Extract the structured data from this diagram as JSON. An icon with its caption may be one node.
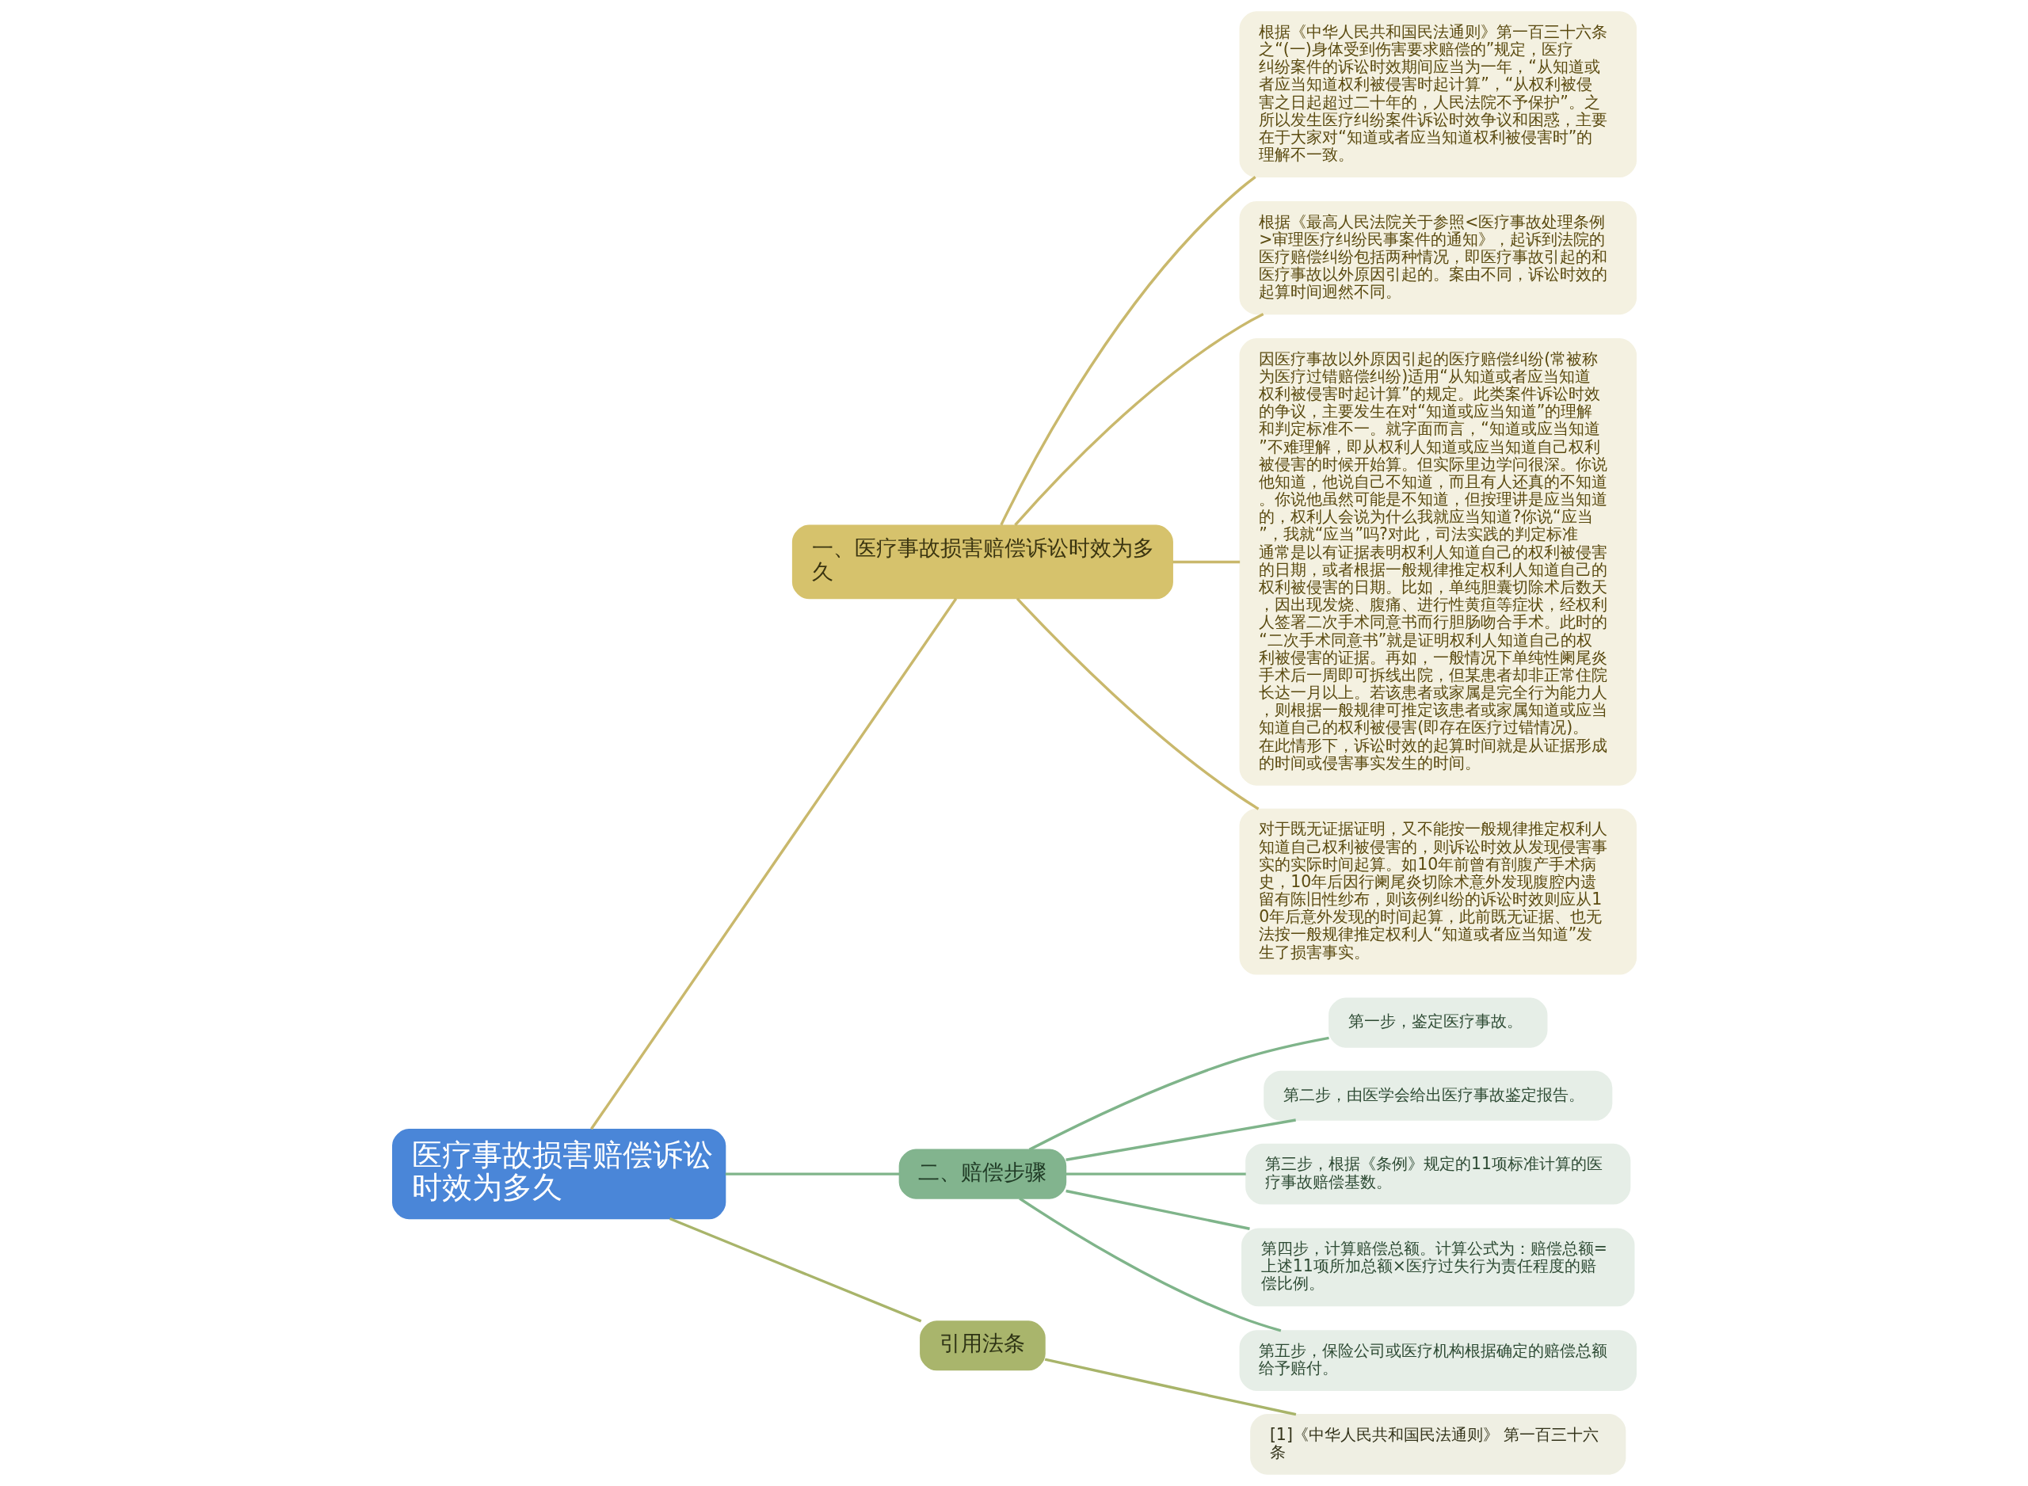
{
  "diagram": {
    "nodes": [
      {
        "text": [
          "医疗事故损害赔偿诉讼时效为多久"
        ]
      },
      {
        "text": [
          "一、医疗事故损害赔偿诉讼时效为多久"
        ]
      },
      {
        "text": [
          "根据《中华人民共和国民法通则》第一百三十六条之“(一)身体受到伤害要求赔偿的”规定，医疗纠纷案件的诉讼时效期间应当为一年，“从知道或者应当知道权利被侵害时起计算”，“从权利被侵害之日起超过二十年的，人民法院不予保护”。之所以发生医疗纠纷案件诉讼时效争议和困惑，主要在于大家对“知道或者应当知道权利被侵害时”的理解不一致。"
        ]
      },
      {
        "text": [
          "根据《最高人民法院关于参照<医疗事故处理条例>审理医疗纠纷民事案件的通知》，起诉到法院的医疗赔偿纠纷包括两种情况，即医疗事故引起的和医疗事故以外原因引起的。案由不同，诉讼时效的起算时间迥然不同。"
        ]
      },
      {
        "text": [
          "因医疗事故以外原因引起的医疗赔偿纠纷(常被称为医疗过错赔偿纠纷)适用“从知道或者应当知道权利被侵害时起计算”的规定。此类案件诉讼时效的争议，主要发生在对“知道或应当知道”的理解和判定标准不一。就字面而言，“知道或应当知道”不难理解，即从权利人知道或应当知道自己权利被侵害的时候开始算。但实际里边学问很深。你说他知道，他说自己不知道，而且有人还真的不知道。你说他虽然可能是不知道，但按理讲是应当知道的，权利人会说为什么我就应当知道?你说“应当”，我就“应当”吗?对此，司法实践的判定标准通常是以有证据表明权利人知道自己的权利被侵害的日期，或者根据一般规律推定权利人知道自己的权利被侵害的日期。比如，单纯胆囊切除术后数天，因出现发烧、腹痛、进行性黄疸等症状，经权利人签署二次手术同意书而行胆肠吻合手术。此时的“二次手术同意书”就是证明权利人知道自己的权利被侵害的证据。再如，一般情况下单纯性阑尾炎手术后一周即可拆线出院，但某患者却非正常住院长达一月以上。若该患者或家属是完全行为能力人，则根据一般规律可推定该患者或家属知道或应当知道自己的权利被侵害(即存在医疗过错情况)。在此情形下，诉讼时效的起算时间就是从证据形成的时间或侵害事实发生的时间。"
        ]
      },
      {
        "text": [
          "对于既无证据证明，又不能按一般规律推定权利人知道自己权利被侵害的，则诉讼时效从发现侵害事实的实际时间起算。如10年前曾有剖腹产手术病史，10年后因行阑尾炎切除术意外发现腹腔内遗留有陈旧性纱布，则该例纠纷的诉讼时效则应从10年后意外发现的时间起算，此前既无证据、也无法按一般规律推定权利人“知道或者应当知道”发生了损害事实。"
        ]
      },
      {
        "text": [
          "二、赔偿步骤"
        ]
      },
      {
        "text": [
          "第一步，鉴定医疗事故。"
        ]
      },
      {
        "text": [
          "第二步，由医学会给出医疗事故鉴定报告。"
        ]
      },
      {
        "text": [
          "第三步，根据《条例》规定的11项标准计算的医疗事故赔偿基数。"
        ]
      },
      {
        "text": [
          "第四步，计算赔偿总额。计算公式为：赔偿总额=上述11项所加总额×医疗过失行为责任程度的赔偿比例。"
        ]
      },
      {
        "text": [
          "第五步，保险公司或医疗机构根据确定的赔偿总额给予赔付。"
        ]
      },
      {
        "text": [
          "引用法条"
        ]
      },
      {
        "text": [
          "[1]《中华人民共和国民法通则》 第一百三十六条"
        ]
      }
    ],
    "edges": [
      {
        "from": 0,
        "to": 1,
        "arrow": "none",
        "color": "#c9b86c"
      },
      {
        "from": 1,
        "to": 2,
        "arrow": "none",
        "color": "#c9b86c"
      },
      {
        "from": 1,
        "to": 3,
        "arrow": "none",
        "color": "#c9b86c"
      },
      {
        "from": 1,
        "to": 4,
        "arrow": "none",
        "color": "#c9b86c"
      },
      {
        "from": 1,
        "to": 5,
        "arrow": "none",
        "color": "#c9b86c"
      },
      {
        "from": 0,
        "to": 6,
        "arrow": "none"
      },
      {
        "from": 6,
        "to": 7,
        "arrow": "none"
      },
      {
        "from": 6,
        "to": 8,
        "arrow": "none"
      },
      {
        "from": 6,
        "to": 9,
        "arrow": "none"
      },
      {
        "from": 6,
        "to": 10,
        "arrow": "none"
      },
      {
        "from": 6,
        "to": 11,
        "arrow": "none"
      },
      {
        "from": 0,
        "to": 12,
        "arrow": "none",
        "color": "#a8b46a"
      },
      {
        "from": 12,
        "to": 13,
        "arrow": "none",
        "color": "#a8b46a"
      }
    ]
  }
}
